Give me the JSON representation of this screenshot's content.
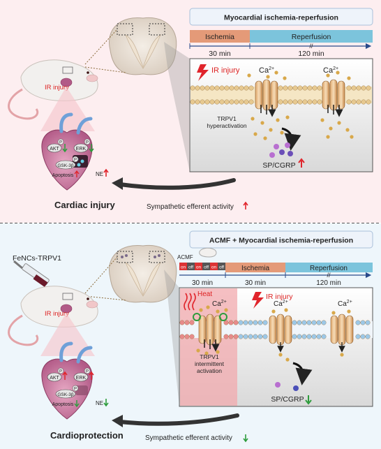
{
  "top": {
    "panel_title": "Myocardial ischemia-reperfusion",
    "ischemia_label": "Ischemia",
    "reperfusion_label": "Reperfusion",
    "ischemia_time": "30 min",
    "reperfusion_time": "120 min",
    "ir_injury_panel": "IR injury",
    "ca_label_1": "Ca",
    "ca_label_2": "Ca",
    "superscript": "2+",
    "trpv1_label_1": "TRPV1",
    "trpv1_label_2": "hyperactivation",
    "sp_cgrp": "SP/CGRP",
    "rat_ir_injury": "IR injury",
    "akt": "AKT",
    "erk": "ERK",
    "p": "P",
    "gsk": "GSK-3β",
    "apoptosis": "Apoptosis",
    "ne": "NE",
    "outcome": "Cardiac injury",
    "sympathetic": "Sympathetic efferent activity"
  },
  "bottom": {
    "panel_title": "ACMF + Myocardial ischemia-reperfusion",
    "acmf_label": "ACMF",
    "on": "on",
    "off": "off",
    "ischemia_label": "Ischemia",
    "reperfusion_label": "Reperfusion",
    "acmf_time": "30 min",
    "ischemia_time": "30 min",
    "reperfusion_time": "120 min",
    "heat": "Heat",
    "ir_injury_panel": "IR injury",
    "ca_label_1": "Ca",
    "ca_label_2": "Ca",
    "ca_label_3": "Ca",
    "superscript": "2+",
    "trpv1_label_1": "TRPV1",
    "trpv1_label_2": "intermittent",
    "trpv1_label_3": "activation",
    "sp_cgrp": "SP/CGRP",
    "injection": "FeNCs-TRPV1",
    "rat_ir_injury": "IR injury",
    "akt": "AKT",
    "erk": "ERK",
    "p": "P",
    "gsk": "GSK-3β",
    "apoptosis": "Apoptosis",
    "ne": "NE",
    "outcome": "Cardioprotection",
    "sympathetic": "Sympathetic efferent activity"
  },
  "colors": {
    "top_bg": "#fdeef0",
    "bottom_bg": "#eef6fb",
    "ischemia_bar": "#e49a78",
    "reperfusion_bar": "#7cc4dc",
    "arrow_up": "#e0242b",
    "arrow_down": "#2d9c3c",
    "heat_zone": "#f2a9ad",
    "membrane": "#e7c990",
    "membrane_blue": "#9cc8e8",
    "membrane_red": "#e78b8b"
  }
}
